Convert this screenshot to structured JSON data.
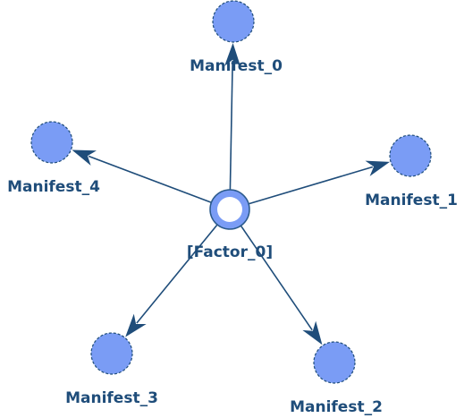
{
  "colors": {
    "node_fill": "#7a9cf5",
    "edge": "#1f4d7a",
    "label": "#1f4d7a",
    "factor_inner": "#ffffff"
  },
  "factor": {
    "label": "[Factor_0]"
  },
  "manifests": [
    {
      "id": "m0",
      "label": "Manifest_0"
    },
    {
      "id": "m1",
      "label": "Manifest_1"
    },
    {
      "id": "m2",
      "label": "Manifest_2"
    },
    {
      "id": "m3",
      "label": "Manifest_3"
    },
    {
      "id": "m4",
      "label": "Manifest_4"
    }
  ],
  "edges": [
    {
      "from": "factor",
      "to": "m0"
    },
    {
      "from": "factor",
      "to": "m1"
    },
    {
      "from": "factor",
      "to": "m2"
    },
    {
      "from": "factor",
      "to": "m3"
    },
    {
      "from": "factor",
      "to": "m4"
    }
  ]
}
